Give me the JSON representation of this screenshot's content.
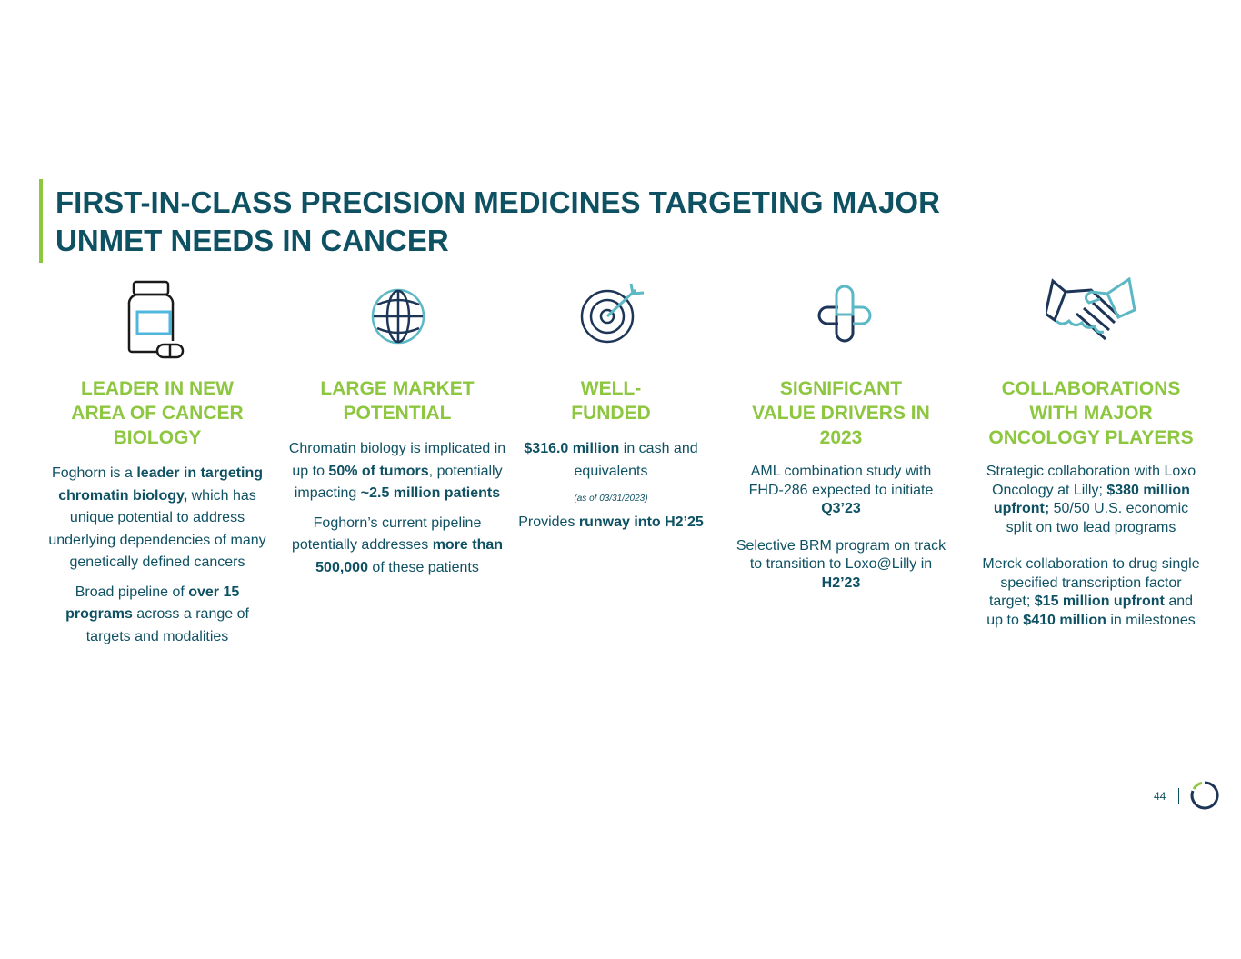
{
  "title": [
    "FIRST-IN-CLASS PRECISION MEDICINES TARGETING MAJOR",
    "UNMET NEEDS IN CANCER"
  ],
  "columns": [
    {
      "icon": "medicine-bottle-icon",
      "heading": [
        "LEADER IN NEW",
        "AREA OF CANCER",
        "BIOLOGY"
      ],
      "paragraphs": [
        [
          {
            "t": "Foghorn is a "
          },
          {
            "t": "leader in targeting chromatin biology,",
            "b": true
          },
          {
            "t": " which has unique potential to address underlying dependencies of many genetically defined cancers"
          }
        ],
        [
          {
            "t": "Broad pipeline of "
          },
          {
            "t": "over 15 programs",
            "b": true
          },
          {
            "t": " across a range of targets and modalities"
          }
        ]
      ]
    },
    {
      "icon": "globe-icon",
      "heading": [
        "LARGE MARKET",
        "POTENTIAL"
      ],
      "paragraphs": [
        [
          {
            "t": "Chromatin biology is implicated in up to "
          },
          {
            "t": "50% of tumors",
            "b": true
          },
          {
            "t": ", potentially impacting "
          },
          {
            "t": "~2.5 million patients",
            "b": true
          }
        ],
        [
          {
            "t": "Foghorn’s current pipeline potentially addresses "
          },
          {
            "t": "more than 500,000",
            "b": true
          },
          {
            "t": " of these patients"
          }
        ]
      ]
    },
    {
      "icon": "target-icon",
      "heading": [
        "WELL-",
        "FUNDED"
      ],
      "paragraphs": [
        [
          {
            "t": "$316.0 million",
            "b": true
          },
          {
            "t": " in cash and equivalents"
          }
        ],
        [
          {
            "t": "(as of 03/31/2023)",
            "note": true
          }
        ],
        [
          {
            "t": "Provides "
          },
          {
            "t": "runway into H2’25",
            "b": true
          }
        ]
      ]
    },
    {
      "icon": "medical-cross-icon",
      "heading": [
        "SIGNIFICANT",
        "VALUE DRIVERS IN",
        "2023"
      ],
      "paragraphs": [
        [
          {
            "t": "AML combination study with FHD-286 expected to initiate "
          },
          {
            "t": "Q3’23",
            "b": true
          }
        ],
        [
          {
            "t": "Selective BRM program on track to transition to Loxo@Lilly in "
          },
          {
            "t": "H2’23",
            "b": true
          }
        ]
      ]
    },
    {
      "icon": "handshake-icon",
      "heading": [
        "COLLABORATIONS",
        "WITH MAJOR",
        "ONCOLOGY PLAYERS"
      ],
      "paragraphs": [
        [
          {
            "t": "Strategic collaboration with Loxo Oncology at Lilly; "
          },
          {
            "t": "$380 million upfront;",
            "b": true
          },
          {
            "t": " 50/50 U.S. economic split on two lead programs"
          }
        ],
        [
          {
            "t": "Merck collaboration to drug single specified transcription factor target; "
          },
          {
            "t": "$15 million upfront",
            "b": true
          },
          {
            "t": " and up to "
          },
          {
            "t": "$410 million",
            "b": true
          },
          {
            "t": " in milestones"
          }
        ]
      ]
    }
  ],
  "page_number": "44",
  "colors": {
    "title": "#0e5163",
    "accent": "#8dc63f",
    "icon_light": "#5bb8c4",
    "icon_dark": "#1d3557"
  }
}
